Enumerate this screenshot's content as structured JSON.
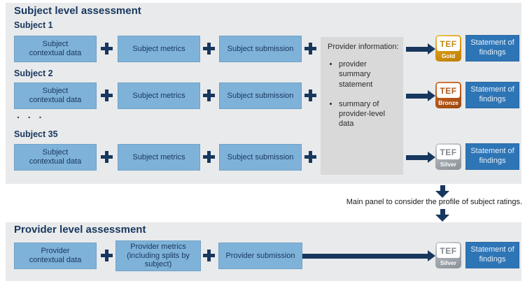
{
  "subject_section": {
    "title": "Subject level assessment",
    "ellipsis": ". . .",
    "rows": [
      {
        "label": "Subject 1",
        "box1": "Subject contextual data",
        "box2": "Subject metrics",
        "box3": "Subject submission",
        "tef": "TEF",
        "medal": "Gold",
        "statement": "Statement of findings"
      },
      {
        "label": "Subject 2",
        "box1": "Subject contextual data",
        "box2": "Subject metrics",
        "box3": "Subject submission",
        "tef": "TEF",
        "medal": "Bronze",
        "statement": "Statement of findings"
      },
      {
        "label": "Subject 35",
        "box1": "Subject contextual data",
        "box2": "Subject metrics",
        "box3": "Subject submission",
        "tef": "TEF",
        "medal": "Silver",
        "statement": "Statement of findings"
      }
    ],
    "provider_info": {
      "title": "Provider information:",
      "bullets": [
        "provider summary statement",
        "summary of provider-level data"
      ]
    }
  },
  "connector": {
    "caption": "Main panel to consider the profile of subject ratings."
  },
  "provider_section": {
    "title": "Provider level assessment",
    "box1": "Provider contextual data",
    "box2": "Provider metrics (including splits by subject)",
    "box3": "Provider submission",
    "tef": "TEF",
    "medal": "Silver",
    "statement": "Statement of findings"
  },
  "plus_symbol": "+",
  "colors": {
    "navy": "#17375e",
    "box_blue": "#7fb2d9",
    "statement_blue": "#2e75b6",
    "panel_gray": "#e9eaeb",
    "info_gray": "#d9d9d9",
    "gold": "#c08a18",
    "bronze": "#b05a1e",
    "silver": "#82898f"
  }
}
